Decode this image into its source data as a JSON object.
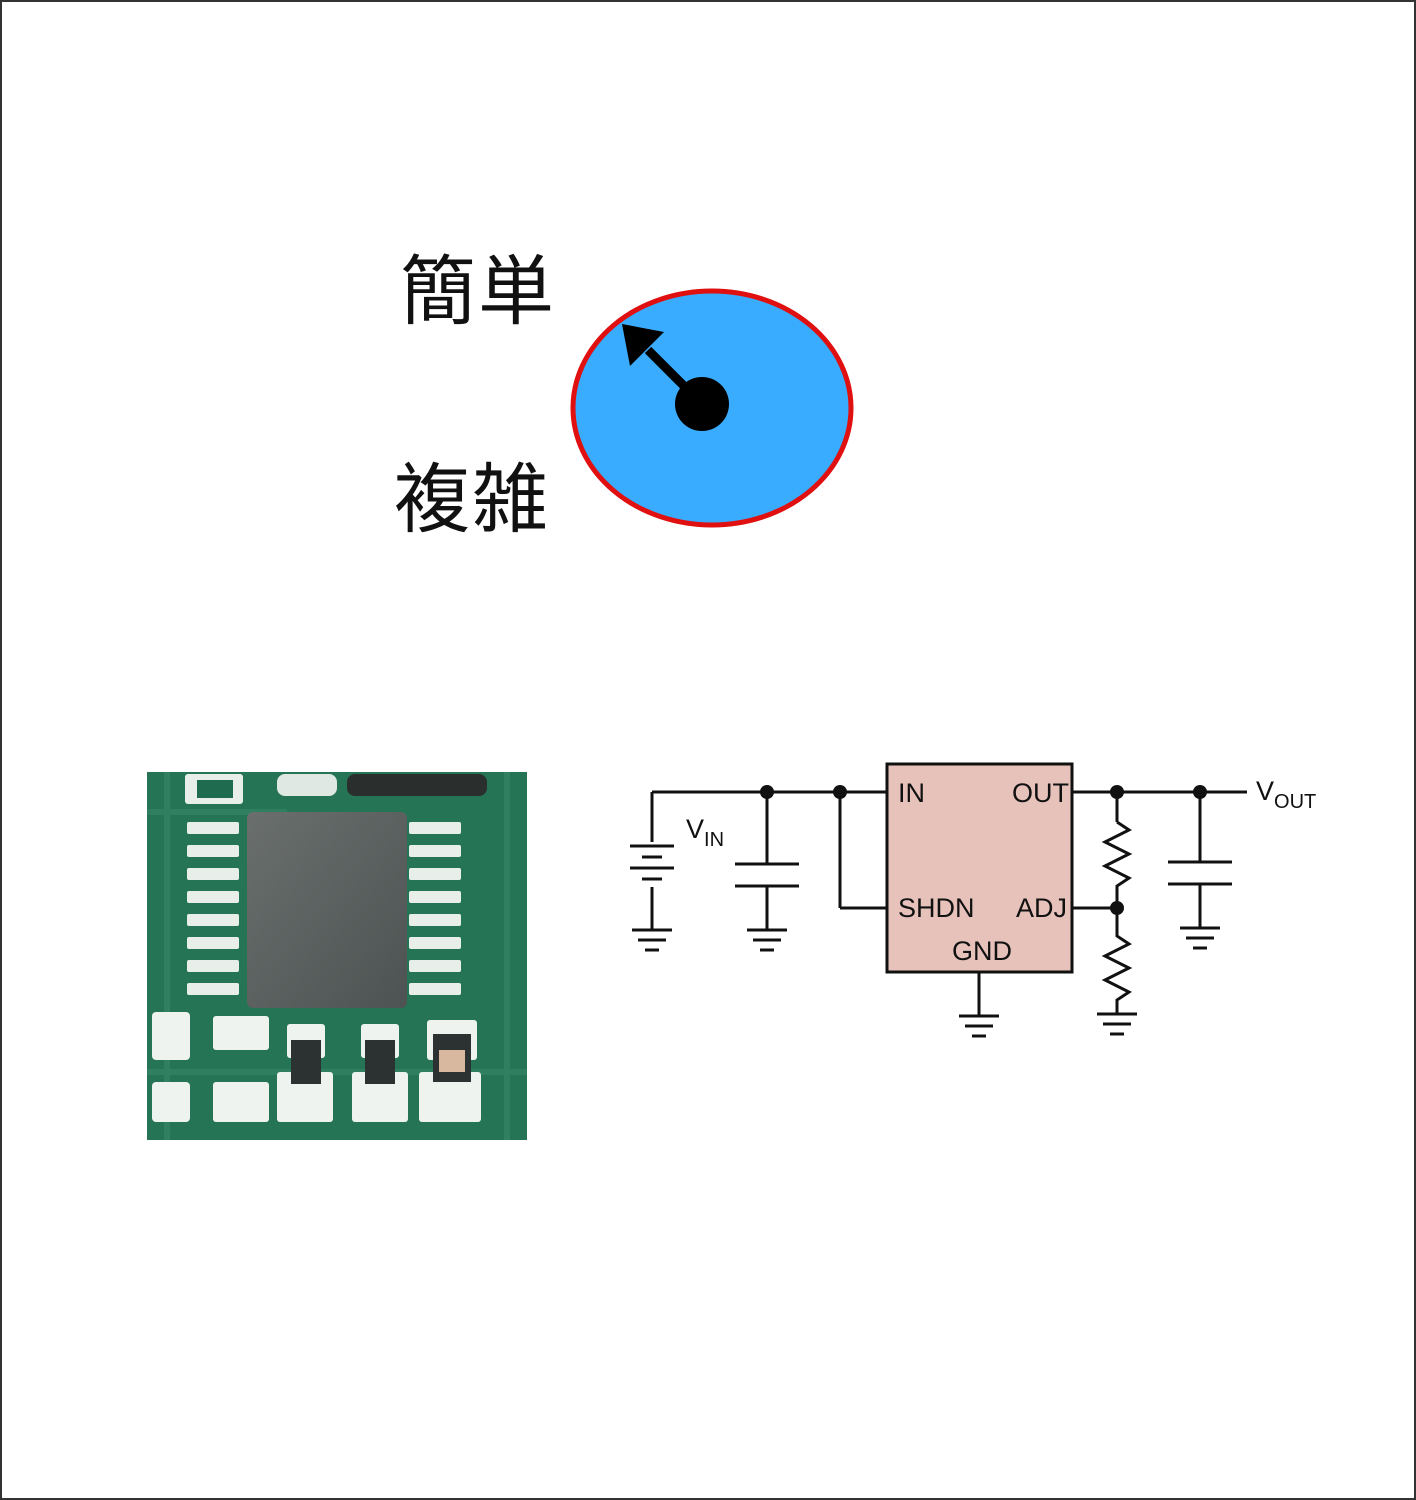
{
  "scale": {
    "label_top": "簡単",
    "label_bottom": "複雑",
    "colors": {
      "fill": "#3aacff",
      "rim": "#e01010",
      "needle": "#000000"
    }
  },
  "photo": {
    "description_icon": "pcb-chip-photo-icon"
  },
  "schematic": {
    "ic_pins": {
      "in": "IN",
      "out": "OUT",
      "shdn": "SHDN",
      "adj": "ADJ",
      "gnd": "GND"
    },
    "vin": {
      "main": "V",
      "sub": "IN"
    },
    "vout": {
      "main": "V",
      "sub": "OUT"
    },
    "ic_color": "#e6c2bb"
  }
}
